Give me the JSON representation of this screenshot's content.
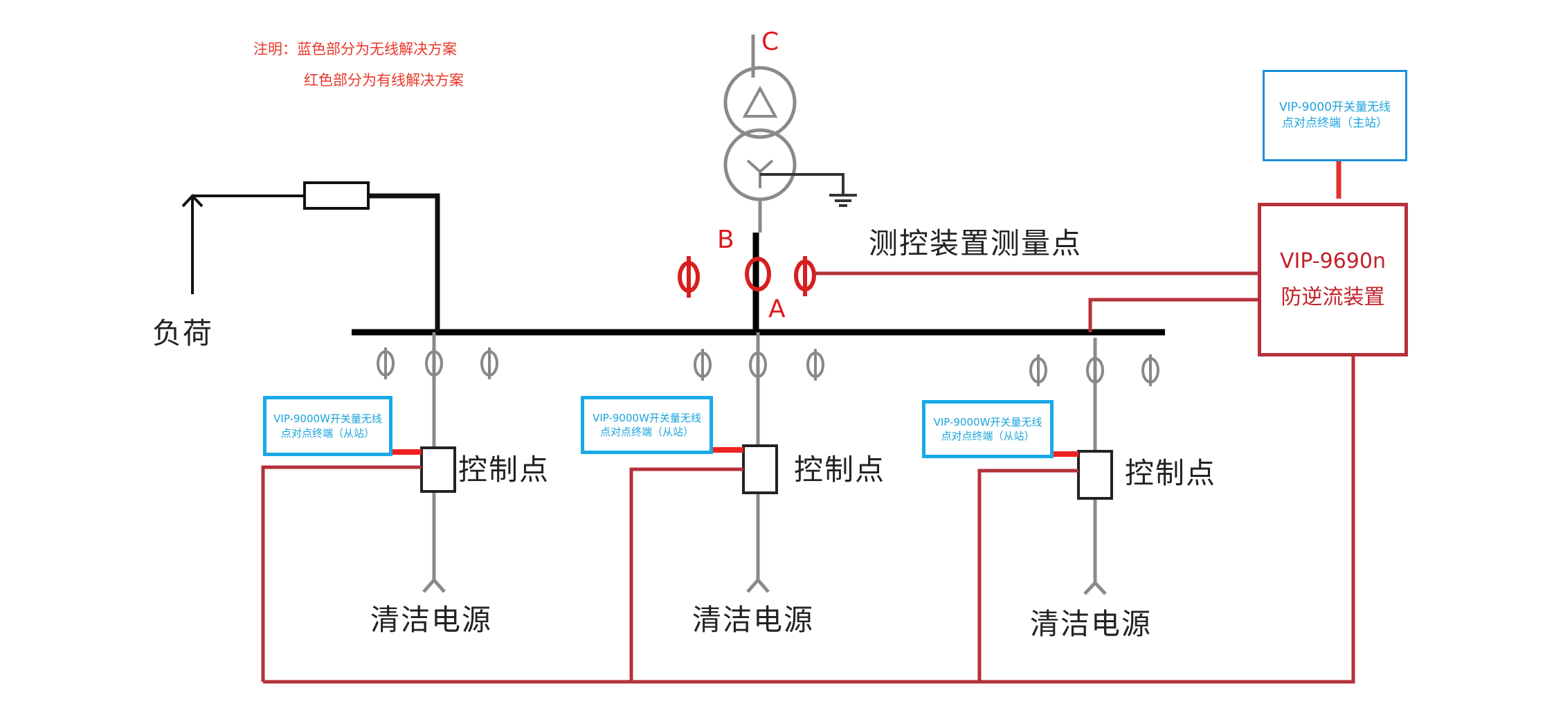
{
  "note": {
    "line1": "注明：蓝色部分为无线解决方案",
    "line2": "红色部分为有线解决方案"
  },
  "labels": {
    "C": "C",
    "B": "B",
    "A": "A",
    "measure_point": "测控装置测量点",
    "load": "负荷",
    "control_point": "控制点",
    "clean_source": "清洁电源"
  },
  "master_terminal": {
    "line1": "VIP-9000开关量无线",
    "line2": "点对点终端（主站）"
  },
  "slave_terminal": {
    "line1": "VIP-9000W开关量无线",
    "line2": "点对点终端（从站）"
  },
  "device": {
    "line1": "VIP-9690n",
    "line2": "防逆流装置"
  },
  "colors": {
    "wireless": "#1aa3dc",
    "wired": "#b5303a",
    "note": "#e8382a"
  }
}
